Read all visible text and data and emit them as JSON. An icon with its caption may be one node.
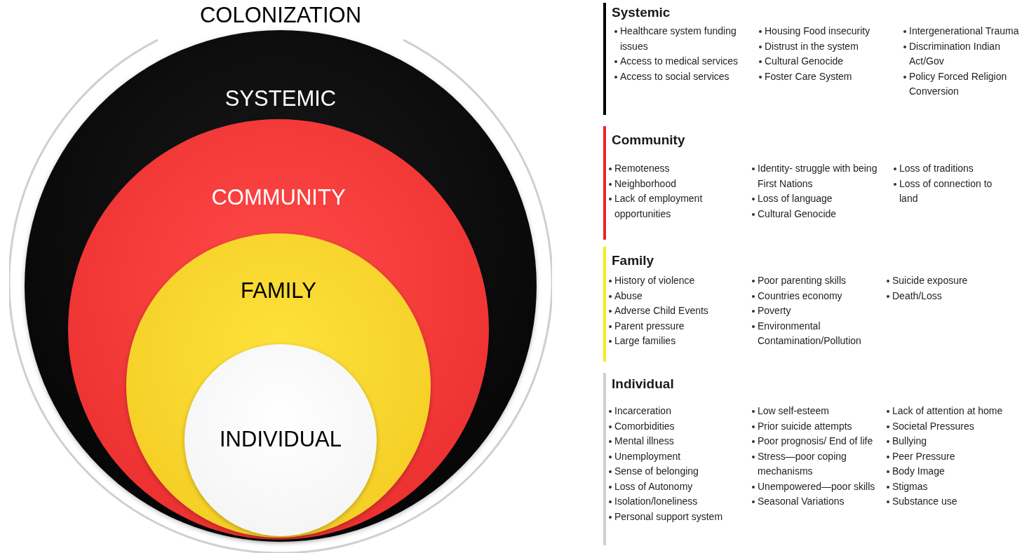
{
  "diagram": {
    "nodes": [
      {
        "text": [
          "COLONIZATION"
        ]
      },
      {
        "text": [
          "SYSTEMIC"
        ],
        "in": 0
      },
      {
        "text": [
          "COMMUNITY"
        ],
        "in": 1
      },
      {
        "text": [
          "FAMILY"
        ],
        "in": 2
      },
      {
        "text": [
          "INDIVIDUAL"
        ],
        "in": 3
      }
    ],
    "legend": [
      {
        "text": "Systemic",
        "color": "#000000"
      },
      {
        "text": "Community",
        "color": "#e8262b"
      },
      {
        "text": "Family",
        "color": "#f7ea1c"
      },
      {
        "text": "Individual",
        "color": "#cfcfcf"
      }
    ],
    "labels": [
      "Healthcare system funding issues",
      "Access to medical services",
      "Access to social services",
      "Housing Food insecurity",
      "Distrust in the system",
      "Cultural Genocide",
      "Foster Care System",
      "Intergenerational Trauma",
      "Discrimination Indian Act/Gov",
      "Policy Forced Religion Conversion",
      "Remoteness",
      "Neighborhood",
      "Lack of employment opportunities",
      "Identity- struggle with being First Nations",
      "Loss of language",
      "Cultural Genocide",
      "Loss of traditions",
      "Loss of connection to land",
      "History of violence",
      "Abuse",
      "Adverse Child Events",
      "Parent pressure",
      "Large families",
      "Poor parenting skills",
      "Countries economy",
      "Poverty",
      "Environmental Contamination/Pollution",
      "Suicide exposure",
      "Death/Loss",
      "Incarceration",
      "Comorbidities",
      "Mental illness",
      "Unemployment",
      "Sense of belonging",
      "Loss of Autonomy",
      "Isolation/loneliness",
      "Personal support system",
      "Low self-esteem",
      "Prior suicide attempts",
      "Poor prognosis/ End of life",
      "Stress—poor coping mechanisms",
      "Unempowered—poor skills",
      "Seasonal Variations",
      "Lack of attention at home",
      "Societal Pressures",
      "Bullying",
      "Peer Pressure",
      "Body Image",
      "Stigmas",
      "Substance use"
    ]
  }
}
